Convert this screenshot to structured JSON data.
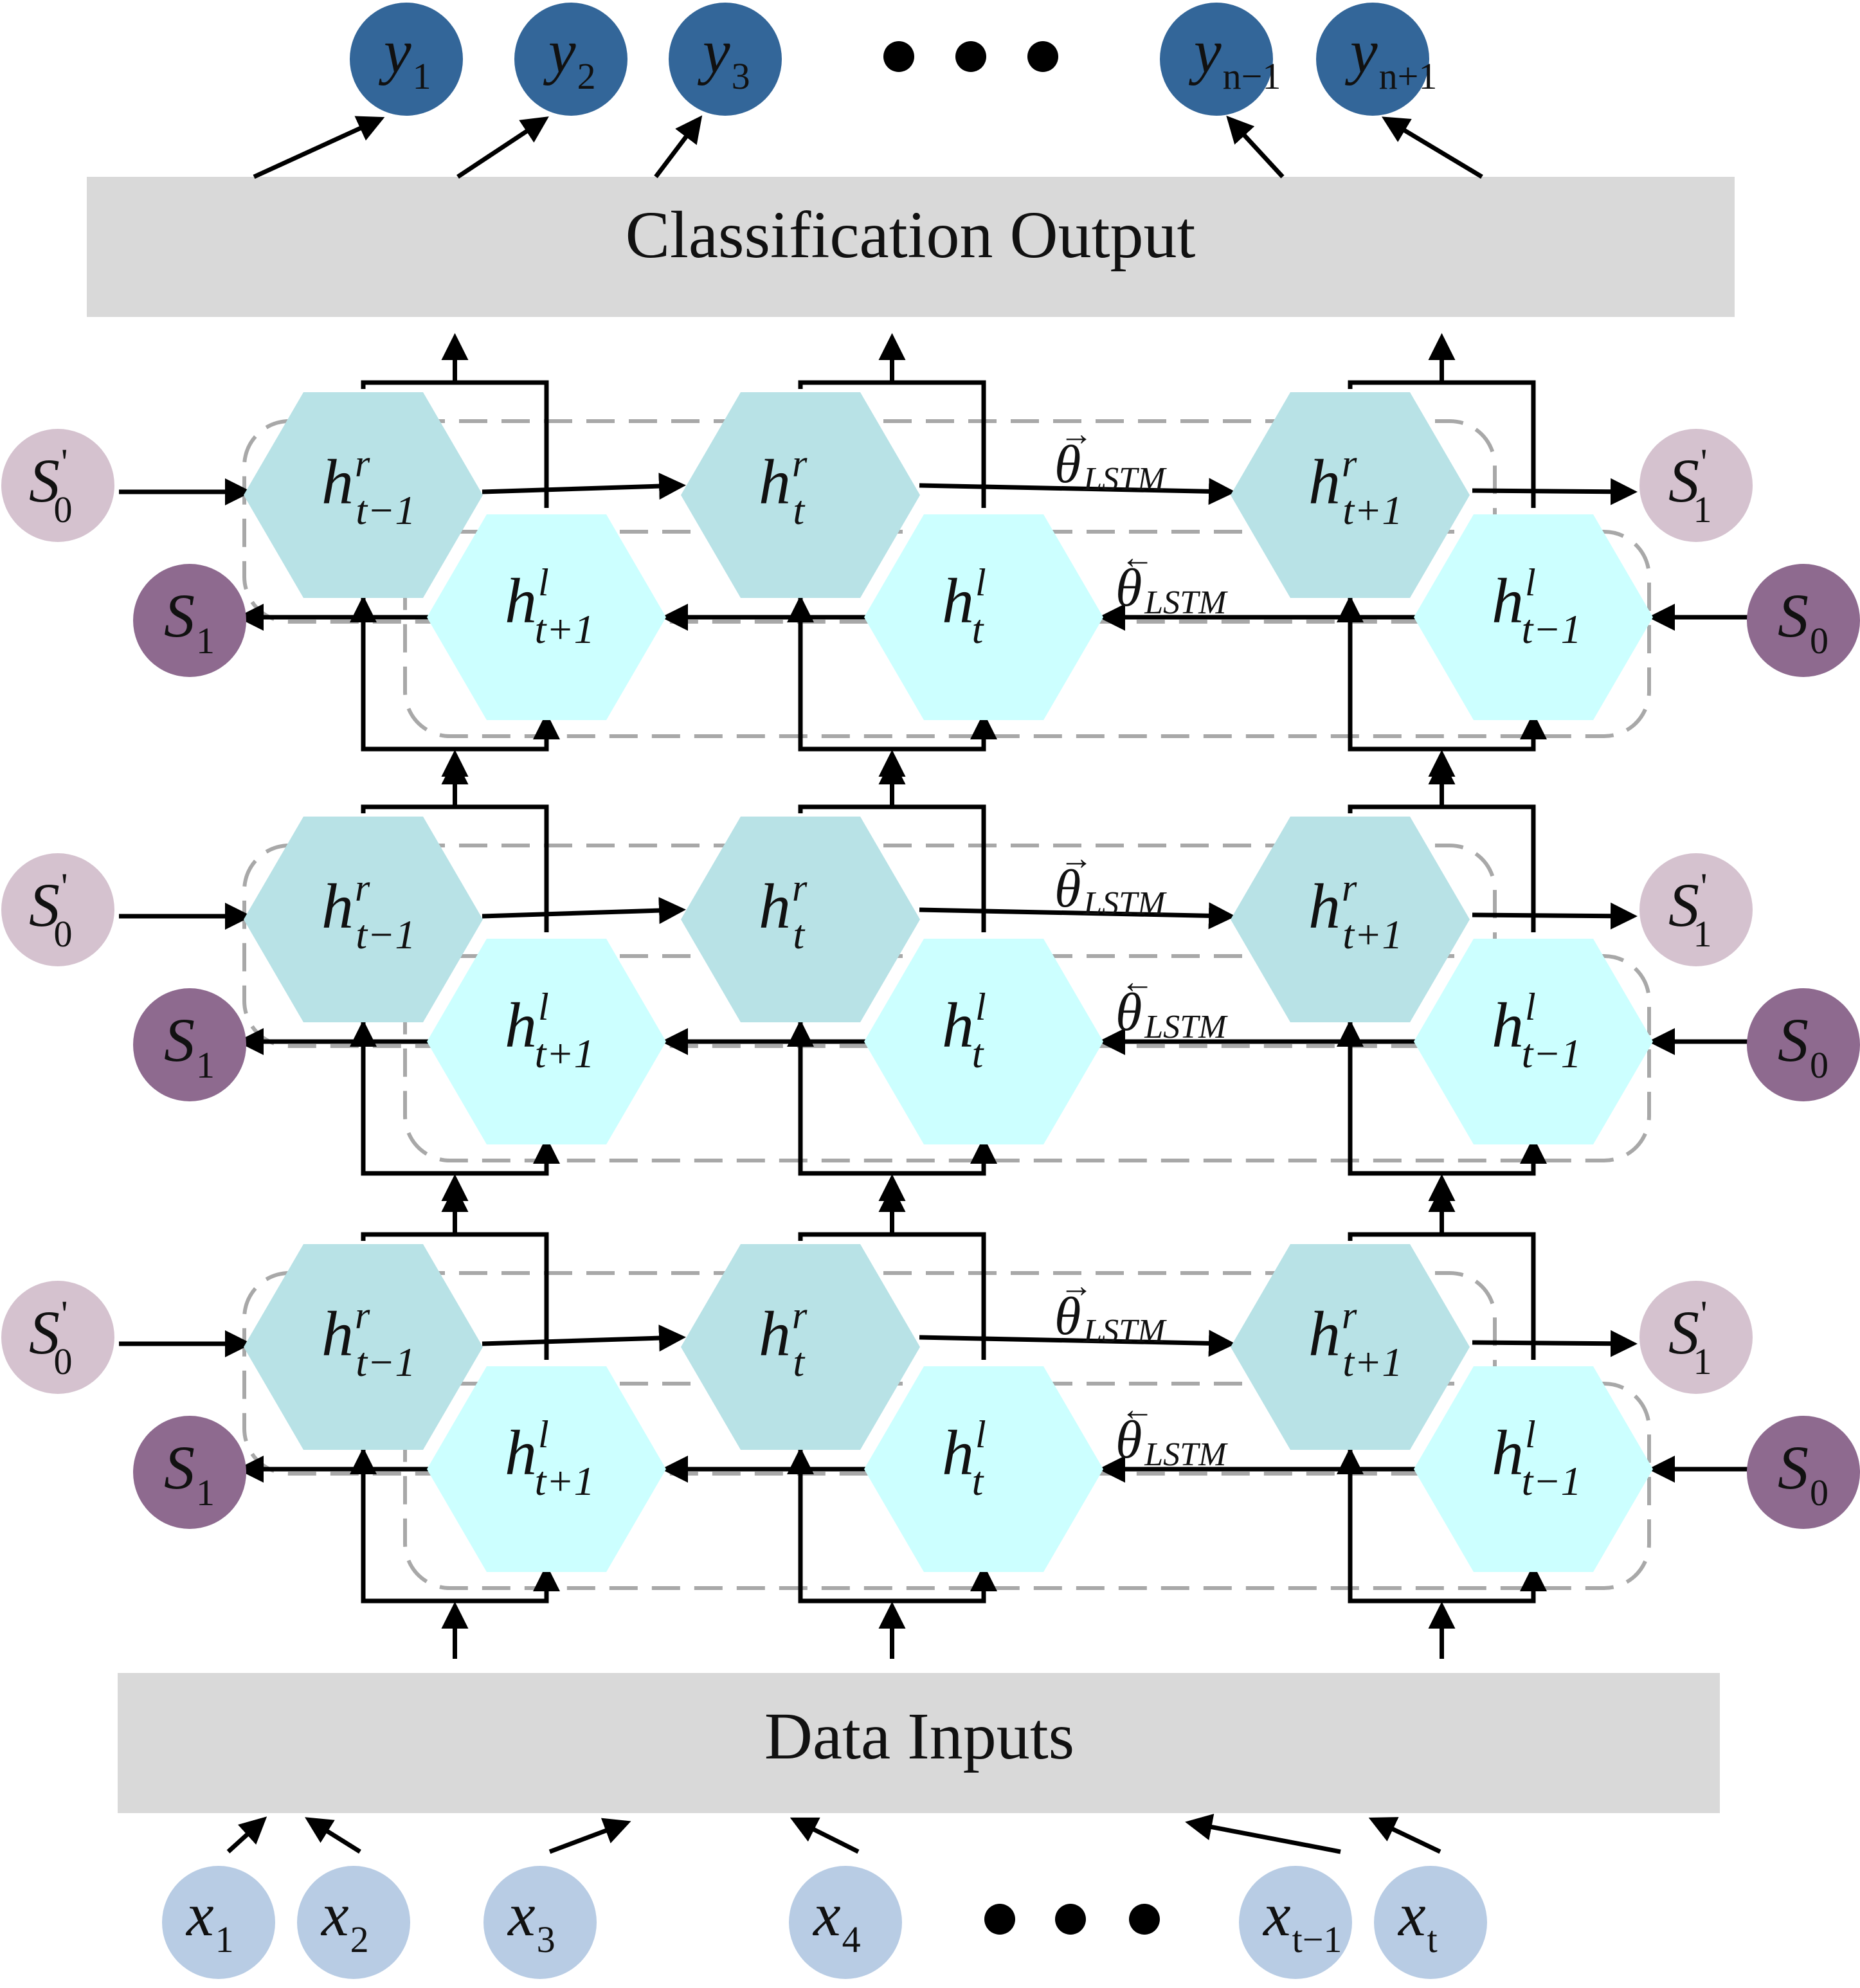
{
  "output_box": {
    "label": "Classification Output"
  },
  "input_box": {
    "label": "Data Inputs"
  },
  "outputs": [
    {
      "main": "y",
      "sub": "1"
    },
    {
      "main": "y",
      "sub": "2"
    },
    {
      "main": "y",
      "sub": "3"
    },
    {
      "main": "y",
      "sub": "n−1"
    },
    {
      "main": "y",
      "sub": "n+1"
    }
  ],
  "inputs": [
    {
      "main": "x",
      "sub": "1"
    },
    {
      "main": "x",
      "sub": "2"
    },
    {
      "main": "x",
      "sub": "3"
    },
    {
      "main": "x",
      "sub": "4"
    },
    {
      "main": "x",
      "sub": "t−1"
    },
    {
      "main": "x",
      "sub": "t"
    }
  ],
  "ellipsis": "…",
  "forward_cells": [
    {
      "main": "h",
      "sup": "r",
      "sub": "t−1"
    },
    {
      "main": "h",
      "sup": "r",
      "sub": "t"
    },
    {
      "main": "h",
      "sup": "r",
      "sub": "t+1"
    }
  ],
  "backward_cells": [
    {
      "main": "h",
      "sup": "l",
      "sub": "t+1"
    },
    {
      "main": "h",
      "sup": "l",
      "sub": "t"
    },
    {
      "main": "h",
      "sup": "l",
      "sub": "t−1"
    }
  ],
  "theta_forward": {
    "main": "θ",
    "accent": "→",
    "sub": "LSTM"
  },
  "theta_backward": {
    "main": "θ",
    "accent": "←",
    "sub": "LSTM"
  },
  "states": {
    "forward_in": {
      "main": "S",
      "sup": "'",
      "sub": "0"
    },
    "forward_out": {
      "main": "S",
      "sup": "'",
      "sub": "1"
    },
    "backward_out": {
      "main": "S",
      "sub": "1"
    },
    "backward_in": {
      "main": "S",
      "sub": "0"
    }
  },
  "layer_count": 3,
  "colors": {
    "output_node": "#336699",
    "input_node": "#b8cce4",
    "forward_hex": "#b8e2e6",
    "backward_hex": "#ccffff",
    "state_light": "#d5c2cf",
    "state_dark": "#8e6a8f",
    "bar": "#d9d9d9",
    "dash": "#a8a8a8"
  }
}
